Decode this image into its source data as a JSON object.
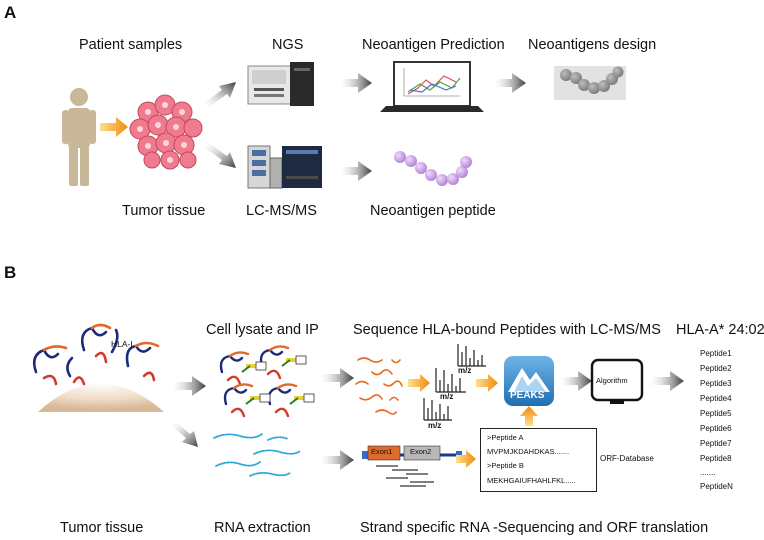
{
  "panel_a": {
    "letter": "A",
    "labels": {
      "patient_samples": "Patient samples",
      "ngs": "NGS",
      "neoantigen_prediction": "Neoantigen Prediction",
      "neoantigens_design": "Neoantigens design",
      "tumor_tissue": "Tumor tissue",
      "lcmsms": "LC-MS/MS",
      "neoantigen_peptide": "Neoantigen peptide"
    }
  },
  "panel_b": {
    "letter": "B",
    "labels": {
      "hla_i": "HLA-I",
      "cell_lysate_ip": "Cell lysate and IP",
      "sequence_hla": "Sequence HLA-bound Peptides with LC-MS/MS",
      "hla_type": "HLA-A* 24:02",
      "algorithm": "Algorithm",
      "peaks": "PEAKS",
      "mz_1": "m/z",
      "mz_2": "m/z",
      "mz_3": "m/z",
      "exon1": "Exon1",
      "exon2": "Exon2",
      "orf_database": "ORF-Database",
      "tumor_tissue": "Tumor tissue",
      "rna_extraction": "RNA extraction",
      "strand_specific": "Strand specific RNA -Sequencing and ORF translation"
    },
    "orf_lines": [
      ">Peptide A",
      "MVPMJKDAHDKAS.......",
      ">Peptide B",
      "MEKHGAIUFHAHLFKL....."
    ],
    "peptides": [
      "Peptide1",
      "Peptide2",
      "Peptide3",
      "Peptide4",
      "Peptide5",
      "Peptide6",
      "Peptide7",
      "Peptide8",
      ".......",
      "PeptideN"
    ]
  },
  "colors": {
    "arrow_dark": "#3a3a3a",
    "arrow_orange": "#f5a01a",
    "human": "#c9b79a",
    "tumor_cells": "#f07a8e",
    "peptide_purple": "#c9a0e0",
    "peptide_gray": "#8c8c8c",
    "hla_red": "#d23a2a",
    "hla_blue": "#1c2a78",
    "rna_blue": "#2aa7d8",
    "exon_orange": "#e06a2a",
    "peaks_blue": "#3a8ac8"
  }
}
